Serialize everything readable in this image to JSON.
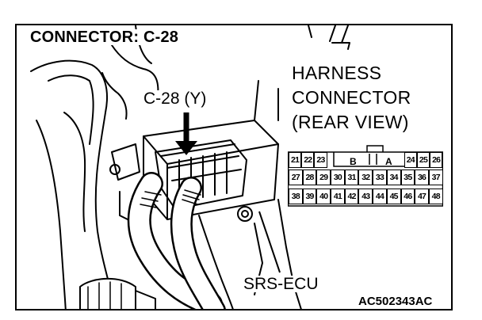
{
  "title": "CONNECTOR: C-28",
  "callout_label": "C-28 (Y)",
  "harness_label": {
    "line1": "HARNESS",
    "line2": "CONNECTOR",
    "line3": "(REAR VIEW)"
  },
  "component_label": "SRS-ECU",
  "figure_code": "AC502343AC",
  "pinout": {
    "top_row": [
      "21",
      "22",
      "23",
      "",
      "",
      "",
      "",
      "",
      "",
      "24",
      "25",
      "26"
    ],
    "key_left": "B",
    "key_right": "A",
    "middle_row": [
      "27",
      "28",
      "29",
      "30",
      "31",
      "32",
      "33",
      "34",
      "35",
      "36",
      "37"
    ],
    "bottom_row": [
      "38",
      "39",
      "40",
      "41",
      "42",
      "43",
      "44",
      "45",
      "46",
      "47",
      "48"
    ]
  }
}
